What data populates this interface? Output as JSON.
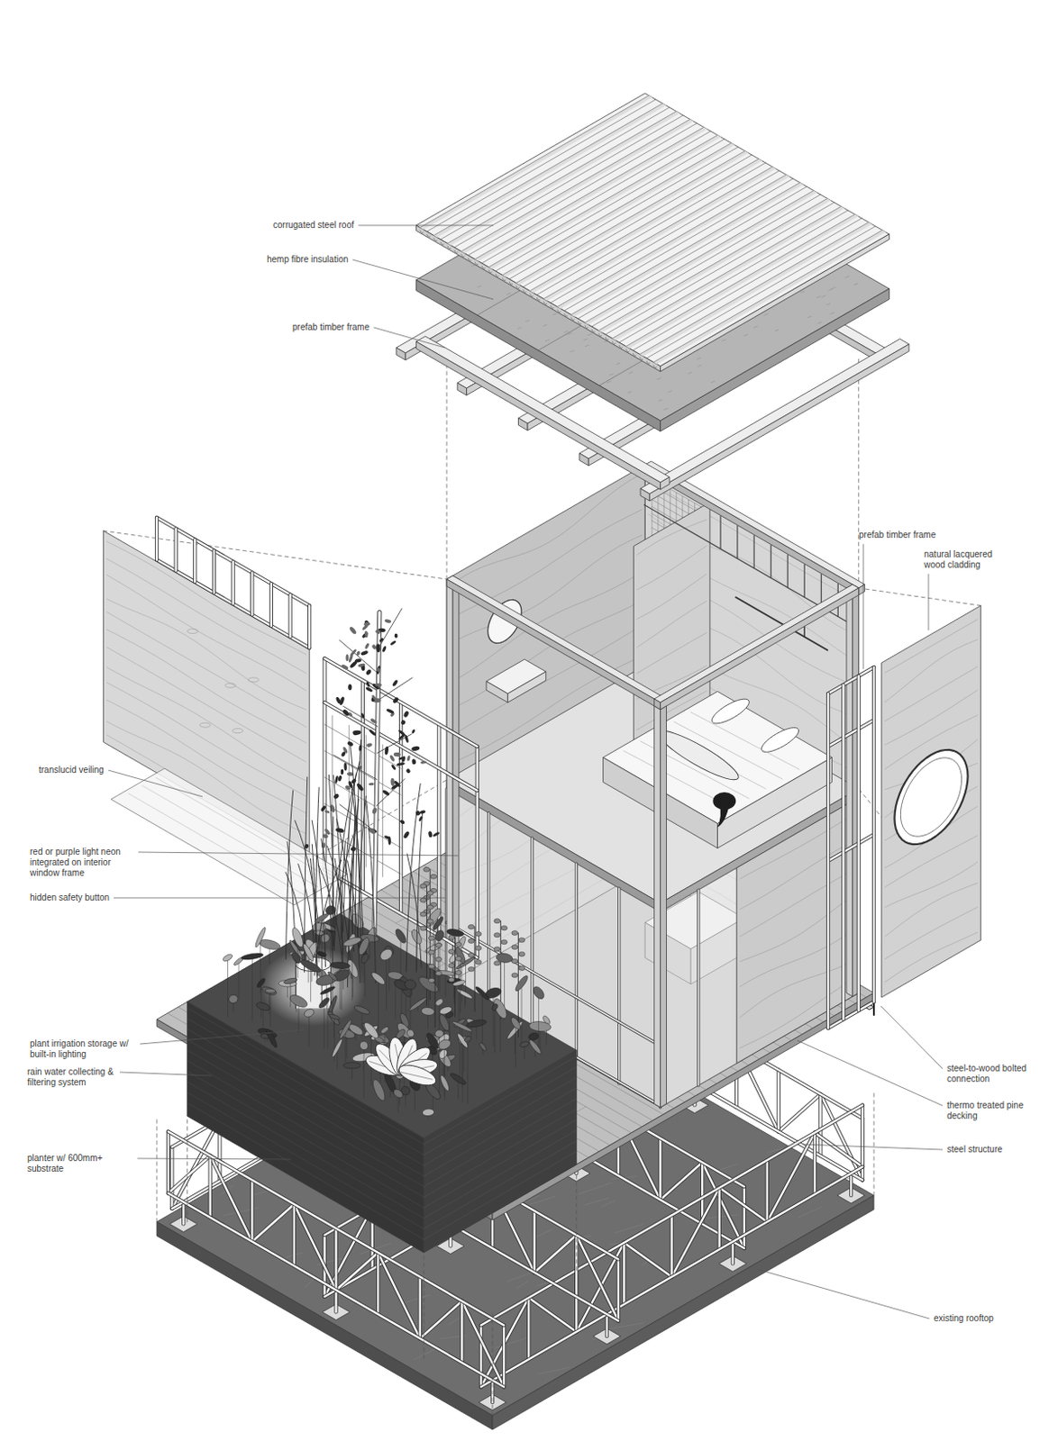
{
  "diagram": {
    "labels": [
      "corrugated steel roof",
      "hemp fibre insulation",
      "prefab timber frame",
      "prefab timber frame",
      "natural lacquered wood cladding",
      "translucid veiling",
      "red or purple light neon integrated on interior window frame",
      "hidden safety button",
      "plant irrigation storage w/ built-in lighting",
      "steel-to-wood bolted connection",
      "rain water collecting & filtering system",
      "thermo treated pine decking",
      "steel structure",
      "planter w/ 600mm+ substrate",
      "existing rooftop"
    ]
  }
}
